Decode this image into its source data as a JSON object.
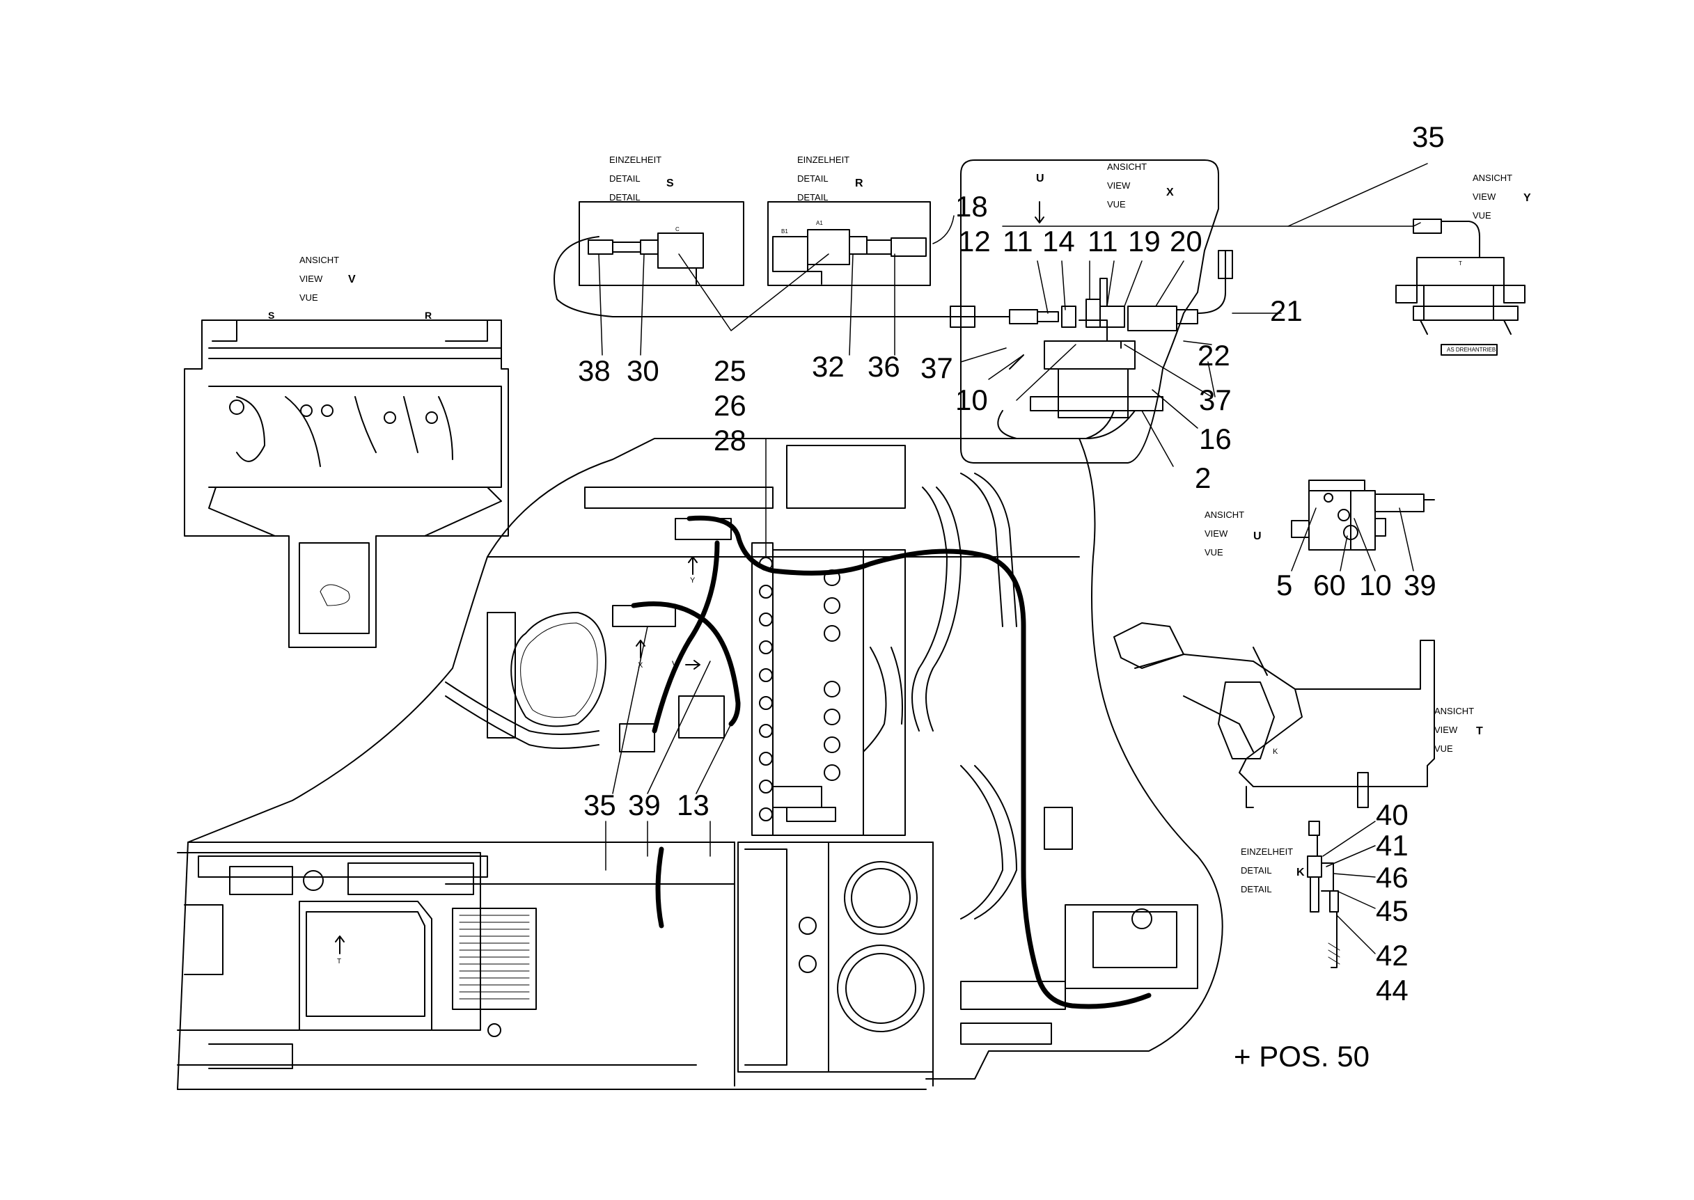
{
  "captions": {
    "view_v": [
      "ANSICHT",
      "VIEW",
      "VUE"
    ],
    "view_x": [
      "ANSICHT",
      "VIEW",
      "VUE"
    ],
    "view_y": [
      "ANSICHT",
      "VIEW",
      "VUE"
    ],
    "view_u": [
      "ANSICHT",
      "VIEW",
      "VUE"
    ],
    "view_t": [
      "ANSICHT",
      "VIEW",
      "VUE"
    ],
    "detail_s": [
      "EINZELHEIT",
      "DETAIL",
      "DETAIL"
    ],
    "detail_r": [
      "EINZELHEIT",
      "DETAIL",
      "DETAIL"
    ],
    "detail_k": [
      "EINZELHEIT",
      "DETAIL",
      "DETAIL"
    ]
  },
  "view_letters": {
    "v": "V",
    "x": "X",
    "y": "Y",
    "u": "U",
    "t": "T",
    "s": "S",
    "r": "R",
    "k": "K"
  },
  "small_labels": {
    "s_main": "S",
    "r_main": "R",
    "u_arrow": "U",
    "y_arrow": "Y",
    "x_arrow": "X",
    "v_arrow": "V",
    "t_arrow": "T",
    "k_callout": "K",
    "c_port": "C",
    "a1_port": "A1",
    "b1_port": "B1",
    "t_port": "T",
    "plate": "AS DREHANTRIEB"
  },
  "part_numbers": {
    "p35_top": "35",
    "p18": "18",
    "p12": "12",
    "p11a": "11",
    "p14": "14",
    "p11b": "11",
    "p19": "19",
    "p20": "20",
    "p21": "21",
    "p22": "22",
    "p37a": "37",
    "p37b": "37",
    "p10a": "10",
    "p16": "16",
    "p2": "2",
    "p38": "38",
    "p30": "30",
    "p25": "25",
    "p26": "26",
    "p28": "28",
    "p32": "32",
    "p36": "36",
    "p5": "5",
    "p60": "60",
    "p10b": "10",
    "p39a": "39",
    "p35_bottom": "35",
    "p39b": "39",
    "p13": "13",
    "p40": "40",
    "p41": "41",
    "p46": "46",
    "p45": "45",
    "p42": "42",
    "p44": "44"
  },
  "note": "+ POS. 50"
}
